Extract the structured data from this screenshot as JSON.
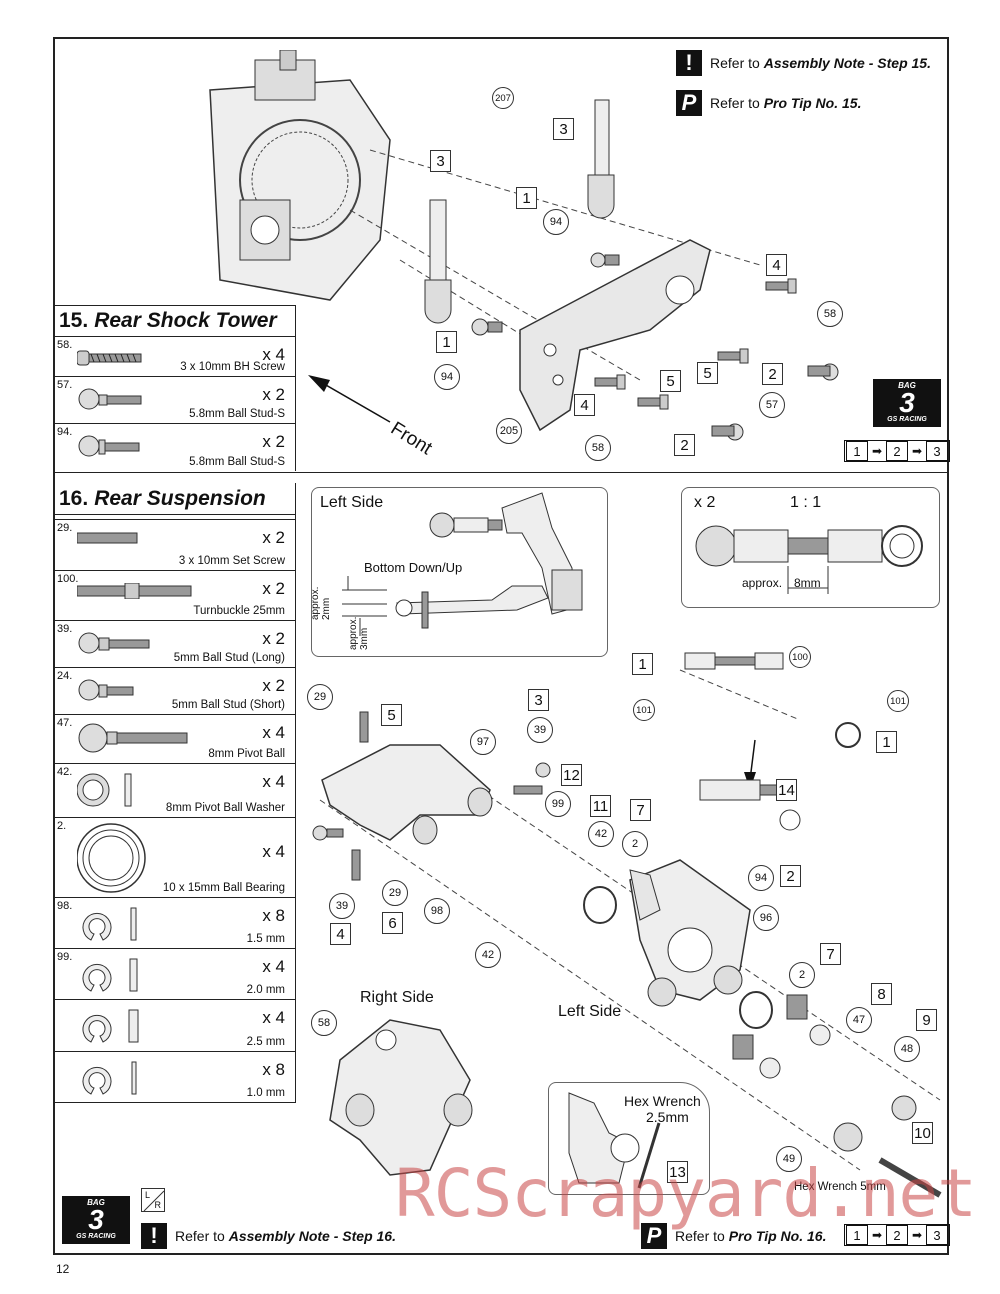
{
  "page_number": "12",
  "watermark": "RCScrapyard.net",
  "notes": {
    "assembly15_prefix": "Refer to ",
    "assembly15": "Assembly Note - Step 15.",
    "protip15_prefix": "Refer to ",
    "protip15": "Pro Tip No. 15.",
    "assembly16_prefix": "Refer to ",
    "assembly16": "Assembly Note - Step 16.",
    "protip16_prefix": "Refer to ",
    "protip16": "Pro Tip No. 16.",
    "excl": "!",
    "p": "P"
  },
  "bag": {
    "top": "BAG",
    "number": "3",
    "bottom": "GS RACING"
  },
  "sequence": [
    "1",
    "2",
    "3"
  ],
  "step15": {
    "number": "15.",
    "title": "Rear Shock Tower",
    "parts": [
      {
        "id": "58.",
        "qty": "x 4",
        "name": "3 x 10mm BH Screw"
      },
      {
        "id": "57.",
        "qty": "x 2",
        "name": "5.8mm Ball Stud-S"
      },
      {
        "id": "94.",
        "qty": "x 2",
        "name": "5.8mm Ball Stud-S"
      }
    ],
    "front_label": "Front",
    "callouts": [
      "207",
      "94",
      "58",
      "94",
      "205",
      "58",
      "57"
    ],
    "steps": [
      "3",
      "3",
      "1",
      "4",
      "1",
      "5",
      "2",
      "4",
      "5",
      "2"
    ]
  },
  "step16": {
    "number": "16.",
    "title": "Rear Suspension",
    "parts": [
      {
        "id": "29.",
        "qty": "x 2",
        "name": "3 x 10mm Set Screw"
      },
      {
        "id": "100.",
        "qty": "x 2",
        "name": "Turnbuckle 25mm"
      },
      {
        "id": "39.",
        "qty": "x 2",
        "name": "5mm Ball Stud (Long)"
      },
      {
        "id": "24.",
        "qty": "x 2",
        "name": "5mm Ball Stud (Short)"
      },
      {
        "id": "47.",
        "qty": "x 4",
        "name": "8mm Pivot Ball"
      },
      {
        "id": "42.",
        "qty": "x 4",
        "name": "8mm Pivot Ball Washer"
      },
      {
        "id": "2.",
        "qty": "x 4",
        "name": "10 x 15mm Ball Bearing"
      },
      {
        "id": "98.",
        "qty": "x 8",
        "name": "1.5 mm"
      },
      {
        "id": "99.",
        "qty": "x 4",
        "name": "2.0 mm"
      },
      {
        "id": "",
        "qty": "x 4",
        "name": "2.5 mm"
      },
      {
        "id": "",
        "qty": "x 8",
        "name": "1.0 mm"
      }
    ],
    "left_side_panel": {
      "title": "Left Side",
      "caption": "Bottom Down/Up",
      "dim1": "approx. 2mm",
      "dim2": "approx. 3mm"
    },
    "turnbuckle_panel": {
      "count": "x 2",
      "ratio": "1 : 1",
      "approx": "approx.",
      "length": "8mm"
    },
    "right_side": "Right Side",
    "left_side": "Left Side",
    "hex_wrench_1": "Hex Wrench",
    "hex_wrench_1_size": "2.5mm",
    "hex_wrench_2": "Hex Wrench 5mm",
    "lr_icon": "L/R"
  }
}
